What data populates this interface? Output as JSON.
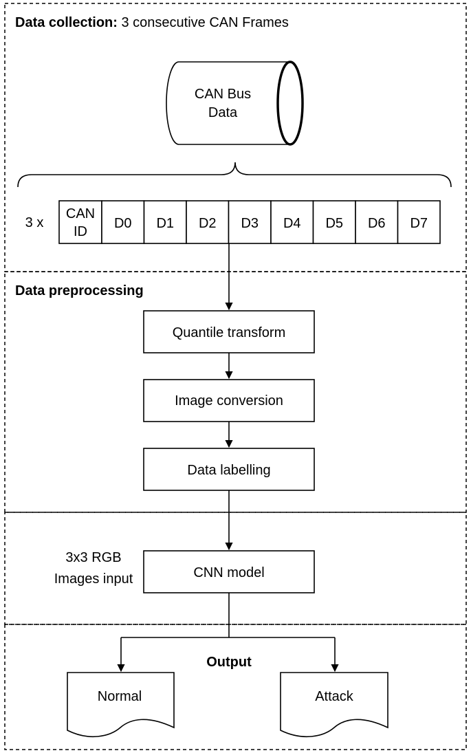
{
  "sections": {
    "collection_title_bold": "Data collection:",
    "collection_title_rest": " 3 consecutive CAN Frames",
    "preprocessing_title": "Data preprocessing",
    "output_title": "Output"
  },
  "can_bus": {
    "line1": "CAN Bus",
    "line2": "Data"
  },
  "frame": {
    "multiplier": "3 x",
    "id_line1": "CAN",
    "id_line2": "ID",
    "cells": [
      "D0",
      "D1",
      "D2",
      "D3",
      "D4",
      "D5",
      "D6",
      "D7"
    ]
  },
  "steps": {
    "quantile": "Quantile transform",
    "image_conversion": "Image conversion",
    "labelling": "Data labelling",
    "cnn": "CNN model"
  },
  "cnn_input": {
    "line1": "3x3 RGB",
    "line2": "Images input"
  },
  "outputs": {
    "normal": "Normal",
    "attack": "Attack"
  }
}
